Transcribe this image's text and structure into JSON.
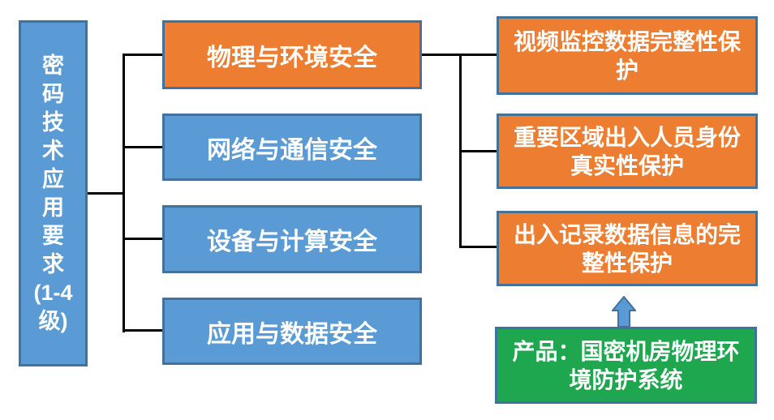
{
  "colors": {
    "blue": "#5B9BD5",
    "orange": "#ED7D31",
    "green": "#1FA750",
    "border": "#41719C",
    "line": "#000000",
    "text": "#FFFFFF"
  },
  "root": {
    "label": "密码技术应用要求(1-4级)",
    "lines": [
      "密",
      "码",
      "技",
      "术",
      "应",
      "用",
      "要",
      "求",
      "(1-4",
      "级)"
    ]
  },
  "categories": [
    {
      "label": "物理与环境安全"
    },
    {
      "label": "网络与通信安全"
    },
    {
      "label": "设备与计算安全"
    },
    {
      "label": "应用与数据安全"
    }
  ],
  "requirements": [
    {
      "label": "视频监控数据完整性保护"
    },
    {
      "label": "重要区域出入人员身份真实性保护"
    },
    {
      "label": "出入记录数据信息的完整性保护"
    }
  ],
  "product": {
    "label": "产品：国密机房物理环境防护系统"
  }
}
